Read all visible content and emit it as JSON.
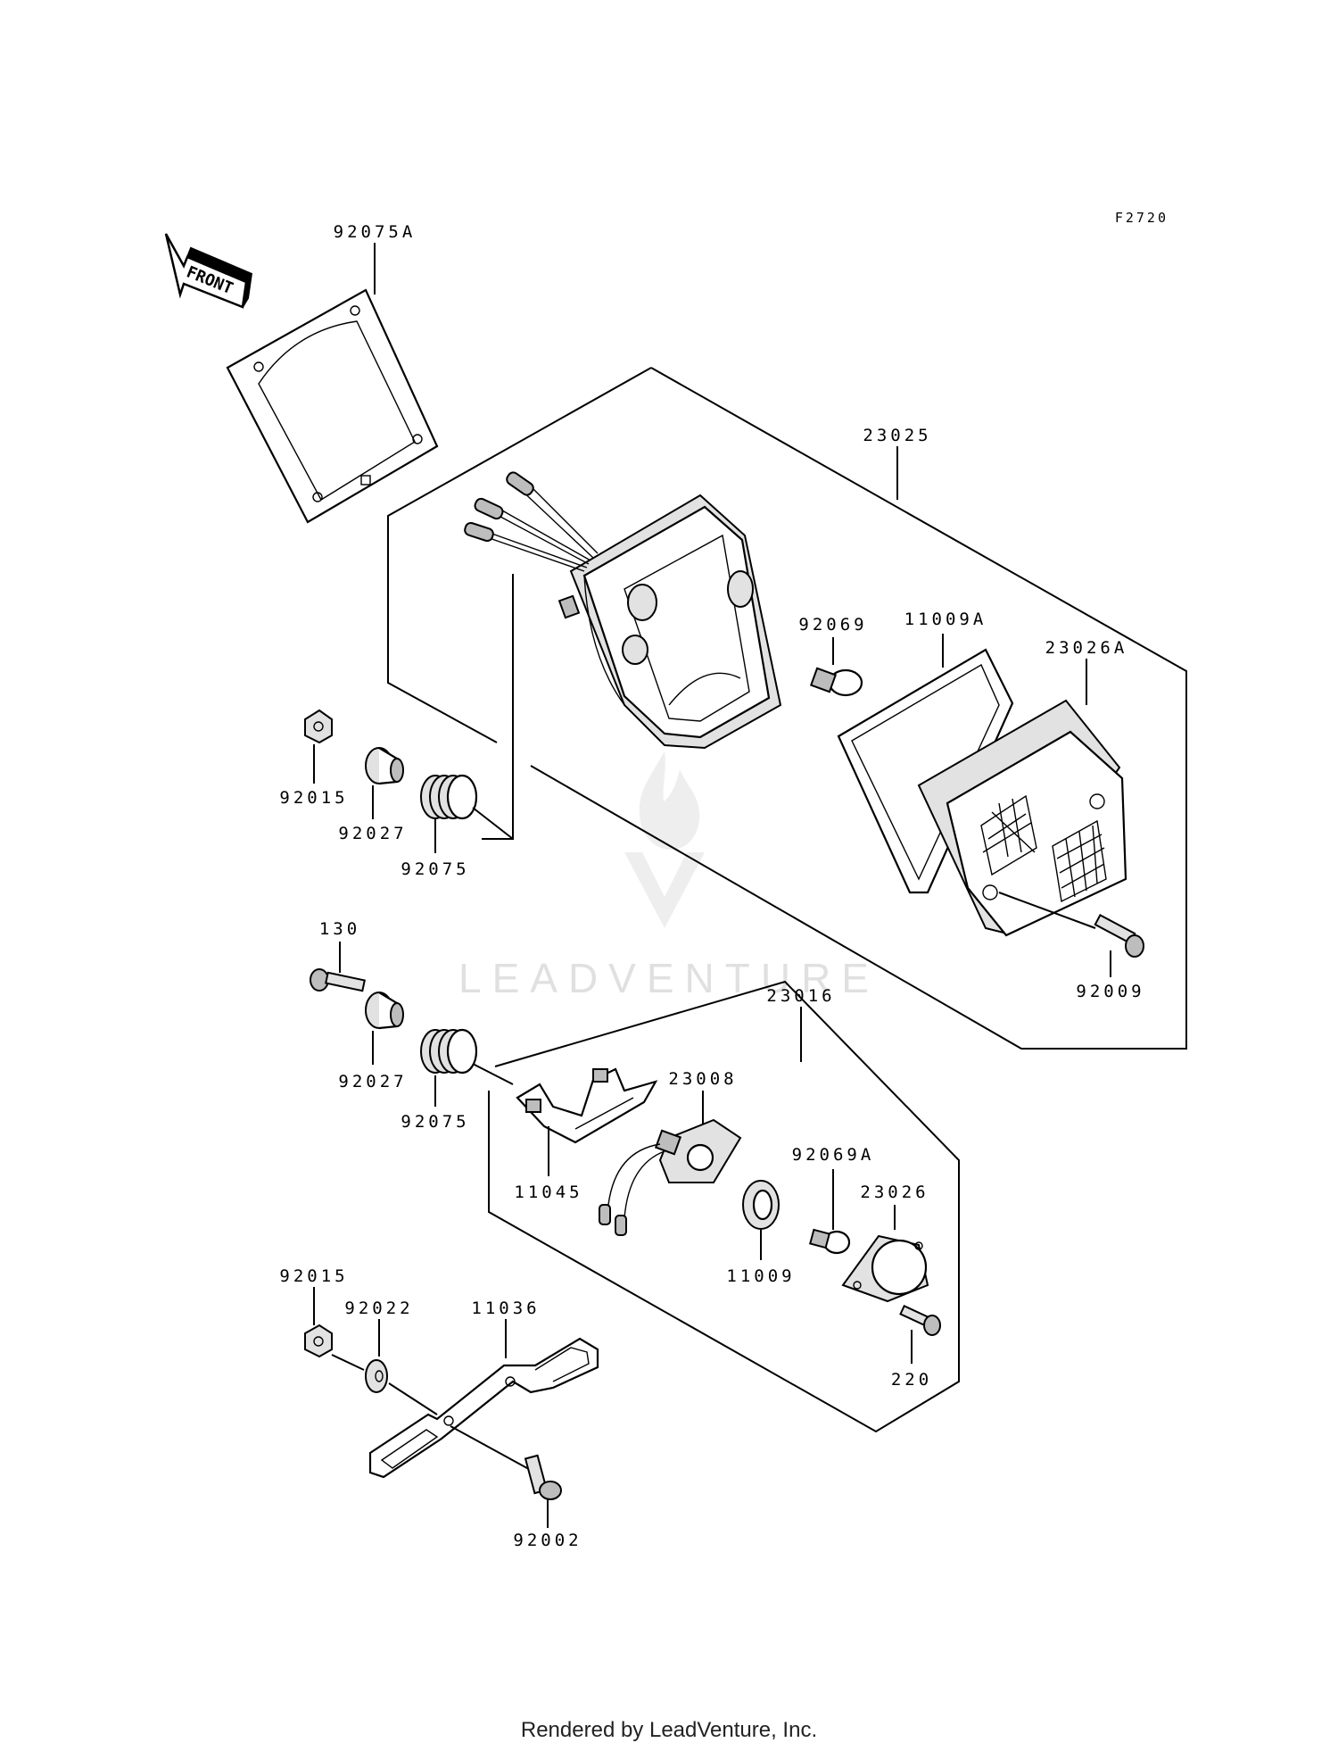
{
  "figure_code": "F2720",
  "front_label": "FRONT",
  "watermark": "LEADVENTURE",
  "footer": "Rendered by LeadVenture, Inc.",
  "labels": {
    "p92075A": "92075A",
    "p23025": "23025",
    "p92069": "92069",
    "p11009A": "11009A",
    "p23026A": "23026A",
    "p92015_top": "92015",
    "p92027_top": "92027",
    "p92075_top": "92075",
    "p92009": "92009",
    "p130": "130",
    "p92027_mid": "92027",
    "p92075_mid": "92075",
    "p23016": "23016",
    "p23008": "23008",
    "p11045": "11045",
    "p92069A": "92069A",
    "p23026": "23026",
    "p11009": "11009",
    "p220": "220",
    "p92015_bot": "92015",
    "p92022": "92022",
    "p11036": "11036",
    "p92002": "92002"
  },
  "icons": {
    "front_arrow": "front-arrow-icon",
    "watermark_logo": "flame-v-logo-icon"
  }
}
